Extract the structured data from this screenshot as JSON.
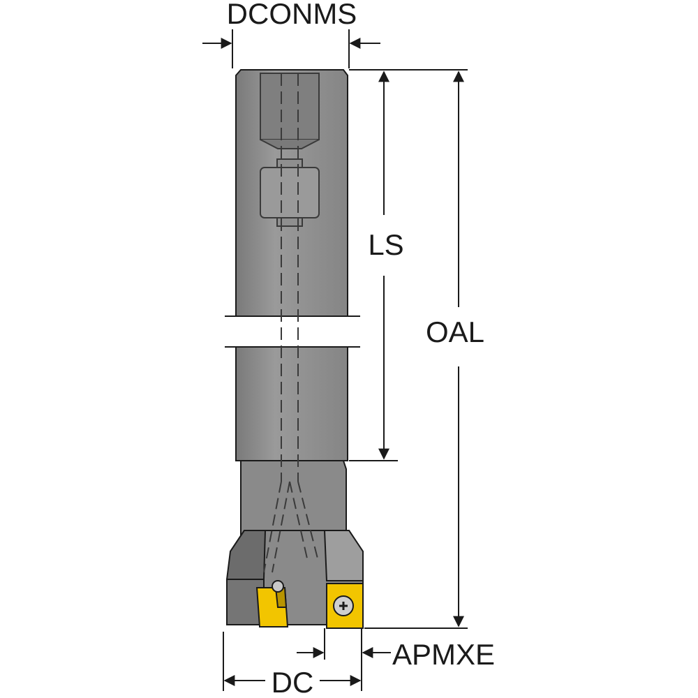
{
  "labels": {
    "dconms": "DCONMS",
    "ls": "LS",
    "oal": "OAL",
    "apmxe": "APMXE",
    "dc": "DC"
  },
  "colors": {
    "body": "#8c8c8c",
    "body_dark": "#6f6f6f",
    "body_light": "#a3a3a3",
    "insert": "#f2c500",
    "insert_dark": "#b89400",
    "line": "#1a1a1a"
  }
}
